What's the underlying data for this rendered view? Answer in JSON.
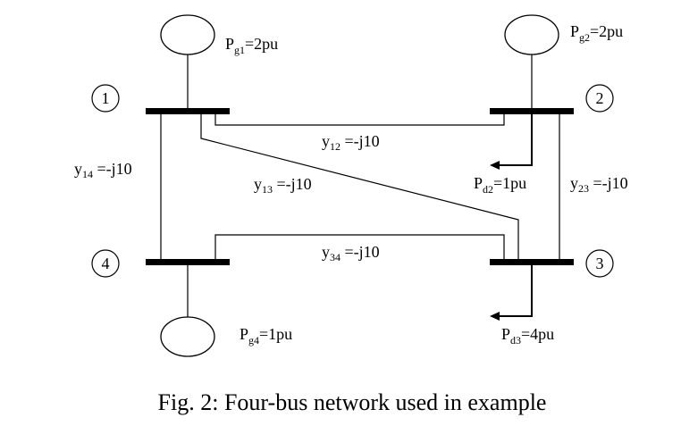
{
  "buses": [
    {
      "id": "1",
      "label": "1"
    },
    {
      "id": "2",
      "label": "2"
    },
    {
      "id": "3",
      "label": "3"
    },
    {
      "id": "4",
      "label": "4"
    }
  ],
  "generators": {
    "g1": {
      "base": "P",
      "sub": "g1",
      "value": "=2pu"
    },
    "g2": {
      "base": "P",
      "sub": "g2",
      "value": "=2pu"
    },
    "g4": {
      "base": "P",
      "sub": "g4",
      "value": "=1pu"
    }
  },
  "loads": {
    "d2": {
      "base": "P",
      "sub": "d2",
      "value": "=1pu"
    },
    "d3": {
      "base": "P",
      "sub": "d3",
      "value": "=4pu"
    }
  },
  "lines": {
    "y12": {
      "base": "y",
      "sub": "12",
      "value": " =-j10"
    },
    "y13": {
      "base": "y",
      "sub": "13",
      "value": " =-j10"
    },
    "y14": {
      "base": "y",
      "sub": "14",
      "value": " =-j10"
    },
    "y23": {
      "base": "y",
      "sub": "23",
      "value": " =-j10"
    },
    "y34": {
      "base": "y",
      "sub": "34",
      "value": " =-j10"
    }
  },
  "caption": "Fig. 2: Four-bus network used in example"
}
